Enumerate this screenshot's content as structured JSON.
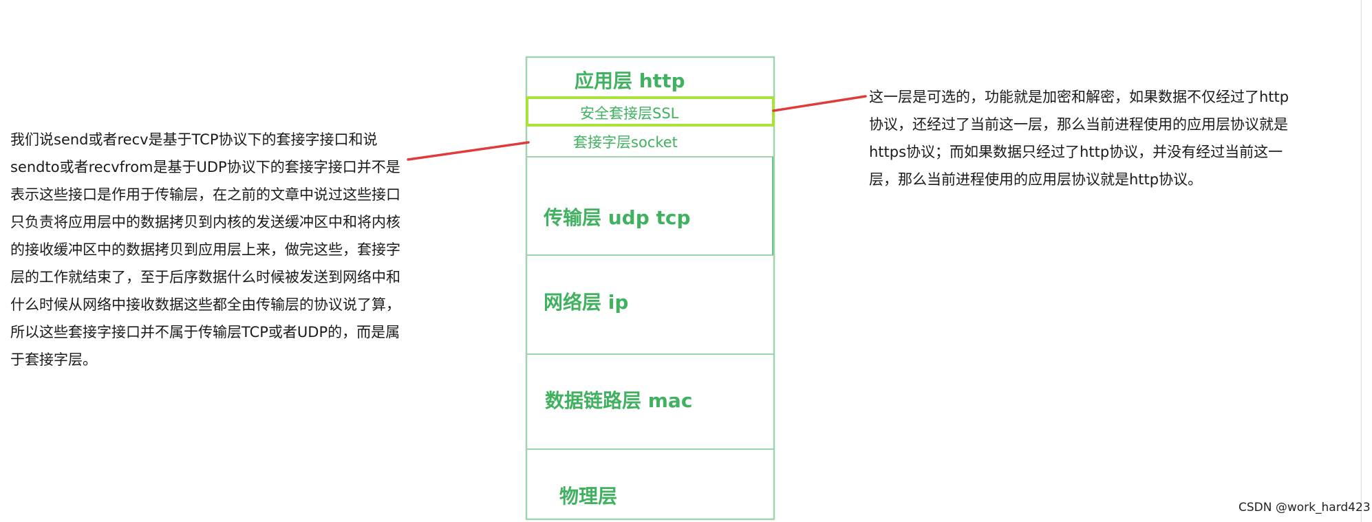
{
  "layers": {
    "application": "应用层 http",
    "ssl": "安全套接层SSL",
    "socket": "套接字层socket",
    "transport": "传输层 udp tcp",
    "network": "网络层 ip",
    "datalink": "数据链路层 mac",
    "physical": "物理层"
  },
  "notes": {
    "left": "我们说send或者recv是基于TCP协议下的套接字接口和说sendto或者recvfrom是基于UDP协议下的套接字接口并不是表示这些接口是作用于传输层，在之前的文章中说过这些接口只负责将应用层中的数据拷贝到内核的发送缓冲区中和将内核的接收缓冲区中的数据拷贝到应用层上来，做完这些，套接字层的工作就结束了，至于后序数据什么时候被发送到网络中和什么时候从网络中接收数据这些都全由传输层的协议说了算，所以这些套接字接口并不属于传输层TCP或者UDP的，而是属于套接字层。",
    "right": "这一层是可选的，功能就是加密和解密，如果数据不仅经过了http协议，还经过了当前这一层，那么当前进程使用的应用层协议就是https协议；而如果数据只经过了http协议，并没有经过当前这一层，那么当前进程使用的应用层协议就是http协议。"
  },
  "watermark": "CSDN @work_hard423",
  "colors": {
    "layer_text": "#3fb15f",
    "layer_border": "#9ed5ae",
    "ssl_highlight": "#a8e23a",
    "arrow": "#e03a3a"
  }
}
